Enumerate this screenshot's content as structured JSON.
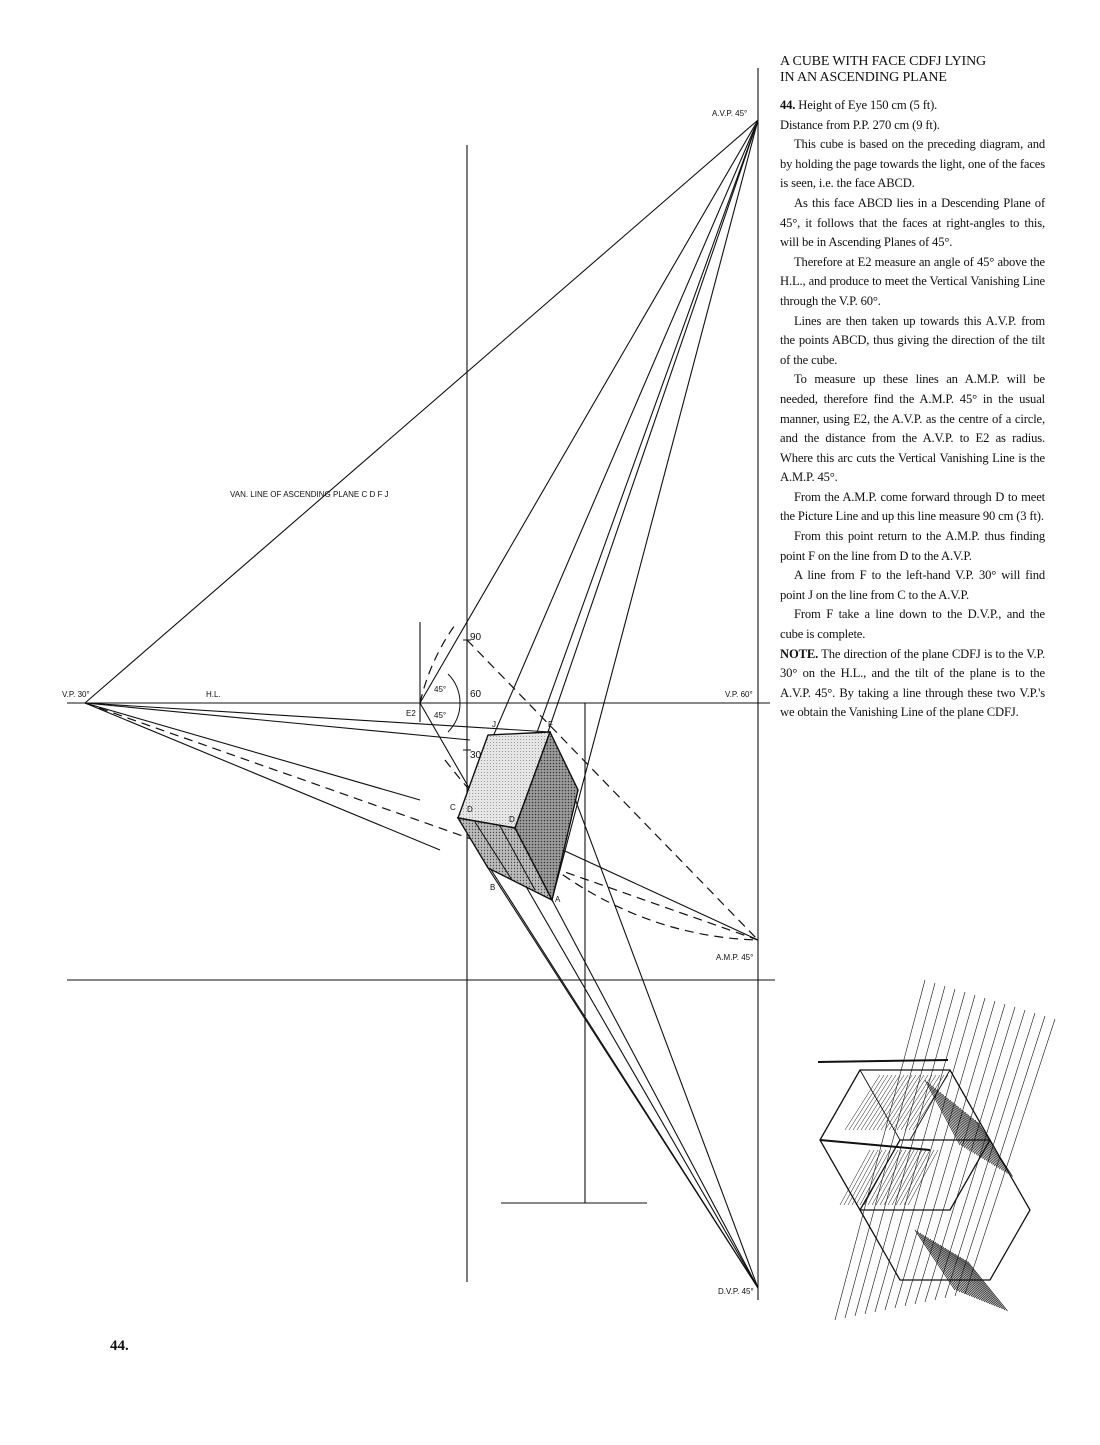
{
  "diagram": {
    "labels": {
      "avp": "A.V.P. 45°",
      "vp30": "V.P. 30°",
      "vp60": "V.P. 60°",
      "hl": "H.L.",
      "e2": "E2",
      "amp": "A.M.P. 45°",
      "dvp": "D.V.P. 45°",
      "van_line": "VAN. LINE OF ASCENDING PLANE   C D F J",
      "angle_upper": "45°",
      "angle_lower": "45°",
      "scale_90": "90",
      "scale_60": "60",
      "scale_30": "30",
      "pt_a": "A",
      "pt_b": "B",
      "pt_c": "C",
      "pt_d": "D",
      "pt_d_inner": "D",
      "pt_f": "F",
      "pt_j": "J"
    }
  },
  "text": {
    "heading_line1": "A CUBE WITH FACE CDFJ LYING",
    "heading_line2": "IN AN ASCENDING PLANE",
    "p1_num": "44.",
    "p1": "Height of Eye 150 cm (5 ft).",
    "p1b": "Distance from P.P. 270 cm (9 ft).",
    "p2": "This cube is based on the preceding diagram, and by holding the page towards the light, one of the faces is seen, i.e. the face ABCD.",
    "p3": "As this face ABCD lies in a Descending Plane of 45°, it follows that the faces at right-angles to this, will be in Ascending Planes of 45°.",
    "p4": "Therefore at E2 measure an angle of 45° above the H.L., and produce to meet the Vertical Vanishing Line through the V.P. 60°.",
    "p5": "Lines are then taken up towards this A.V.P. from the points ABCD, thus giving the direction of the tilt of the cube.",
    "p6": "To measure up these lines an A.M.P. will be needed, therefore find the A.M.P. 45° in the usual manner, using E2, the A.V.P. as the centre of a circle, and the distance from the A.V.P. to E2 as radius. Where this arc cuts the Vertical Vanishing Line is the A.M.P. 45°.",
    "p7": "From the A.M.P. come forward through D to meet the Picture Line and up this line measure 90 cm (3 ft).",
    "p8": "From this point return to the A.M.P. thus finding point F on the line from D to the A.V.P.",
    "p9": "A line from F to the left-hand V.P. 30° will find point J on the line from C to the A.V.P.",
    "p10": "From F take a line down to the D.V.P., and the cube is complete.",
    "note_label": "NOTE.",
    "note": "The direction of the plane CDFJ is to the V.P. 30° on the H.L., and the tilt of the plane is to the A.V.P. 45°. By taking a line through these two V.P.'s we obtain the Vanishing Line of the plane CDFJ."
  },
  "page_number": "44.",
  "colors": {
    "ink": "#111111",
    "face_light": "#dcdcdc",
    "face_mid": "#9a9a9a",
    "face_dark": "#6e6e6e"
  }
}
